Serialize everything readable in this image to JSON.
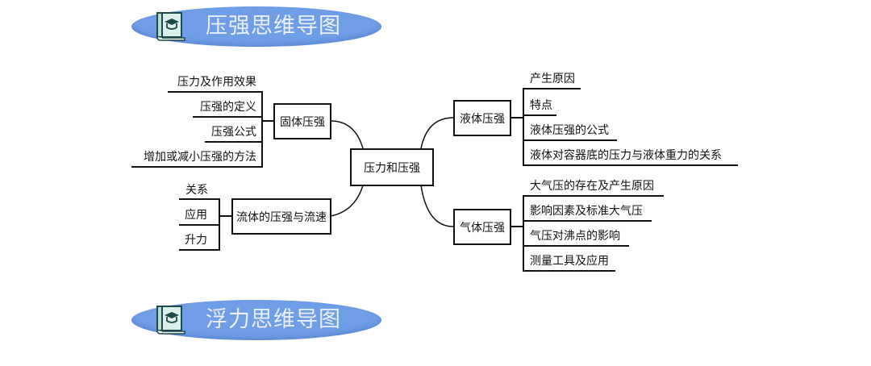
{
  "banners": {
    "top": {
      "title": "压强思维导图",
      "icon": "book-graduation-cap-icon"
    },
    "bottom": {
      "title": "浮力思维导图",
      "icon": "book-graduation-cap-icon"
    }
  },
  "mindmap": {
    "center": "压力和压强",
    "branches": {
      "solid": {
        "label": "固体压强",
        "children": [
          "压力及作用效果",
          "压强的定义",
          "压强公式",
          "增加或减小压强的方法"
        ]
      },
      "fluid": {
        "label": "流体的压强与流速",
        "children": [
          "关系",
          "应用",
          "升力"
        ]
      },
      "liquid": {
        "label": "液体压强",
        "children": [
          "产生原因",
          "特点",
          "液体压强的公式",
          "液体对容器底的压力与液体重力的关系"
        ]
      },
      "gas": {
        "label": "气体压强",
        "children": [
          "大气压的存在及产生原因",
          "影响因素及标准大气压",
          "气压对沸点的影响",
          "测量工具及应用"
        ]
      }
    }
  }
}
